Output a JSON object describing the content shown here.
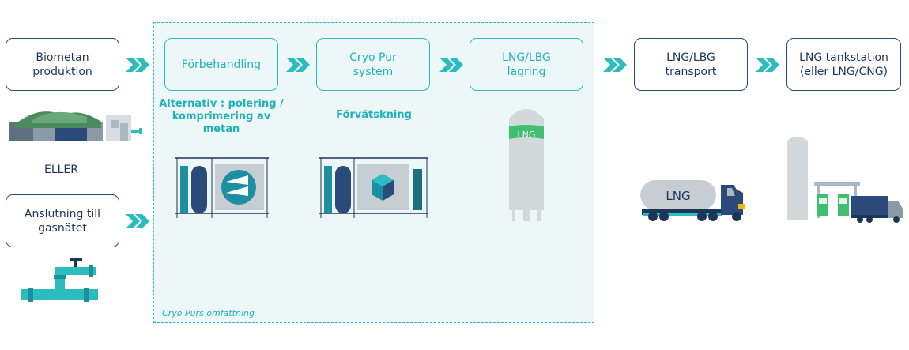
{
  "boxes": {
    "biometan": "Biometan produktion",
    "anslutning": "Anslutning till gasnätet",
    "forbehandling": "Förbehandling",
    "cryo_system": "Cryo Pur system",
    "lagring": "LNG/LBG lagring",
    "transport": "LNG/LBG transport",
    "tankstation": "LNG tankstation (eller LNG/CNG)"
  },
  "labels": {
    "eller": "ELLER",
    "alternativ": "Alternativ : polering / komprimering av metan",
    "forvatskning": "Förvätskning",
    "scope": "Cryo Purs omfattning",
    "tank_lng": "LNG",
    "truck_lng": "LNG"
  },
  "colors": {
    "teal": "#2bbcc0",
    "navy": "#1d3557",
    "scope_fill": "#eef7f7"
  },
  "icons": [
    "chevron-right-icon",
    "biogas-plant-icon",
    "pipeline-icon",
    "compressor-icon",
    "liquefier-icon",
    "storage-tank-icon",
    "lng-truck-icon",
    "fuel-station-icon"
  ]
}
